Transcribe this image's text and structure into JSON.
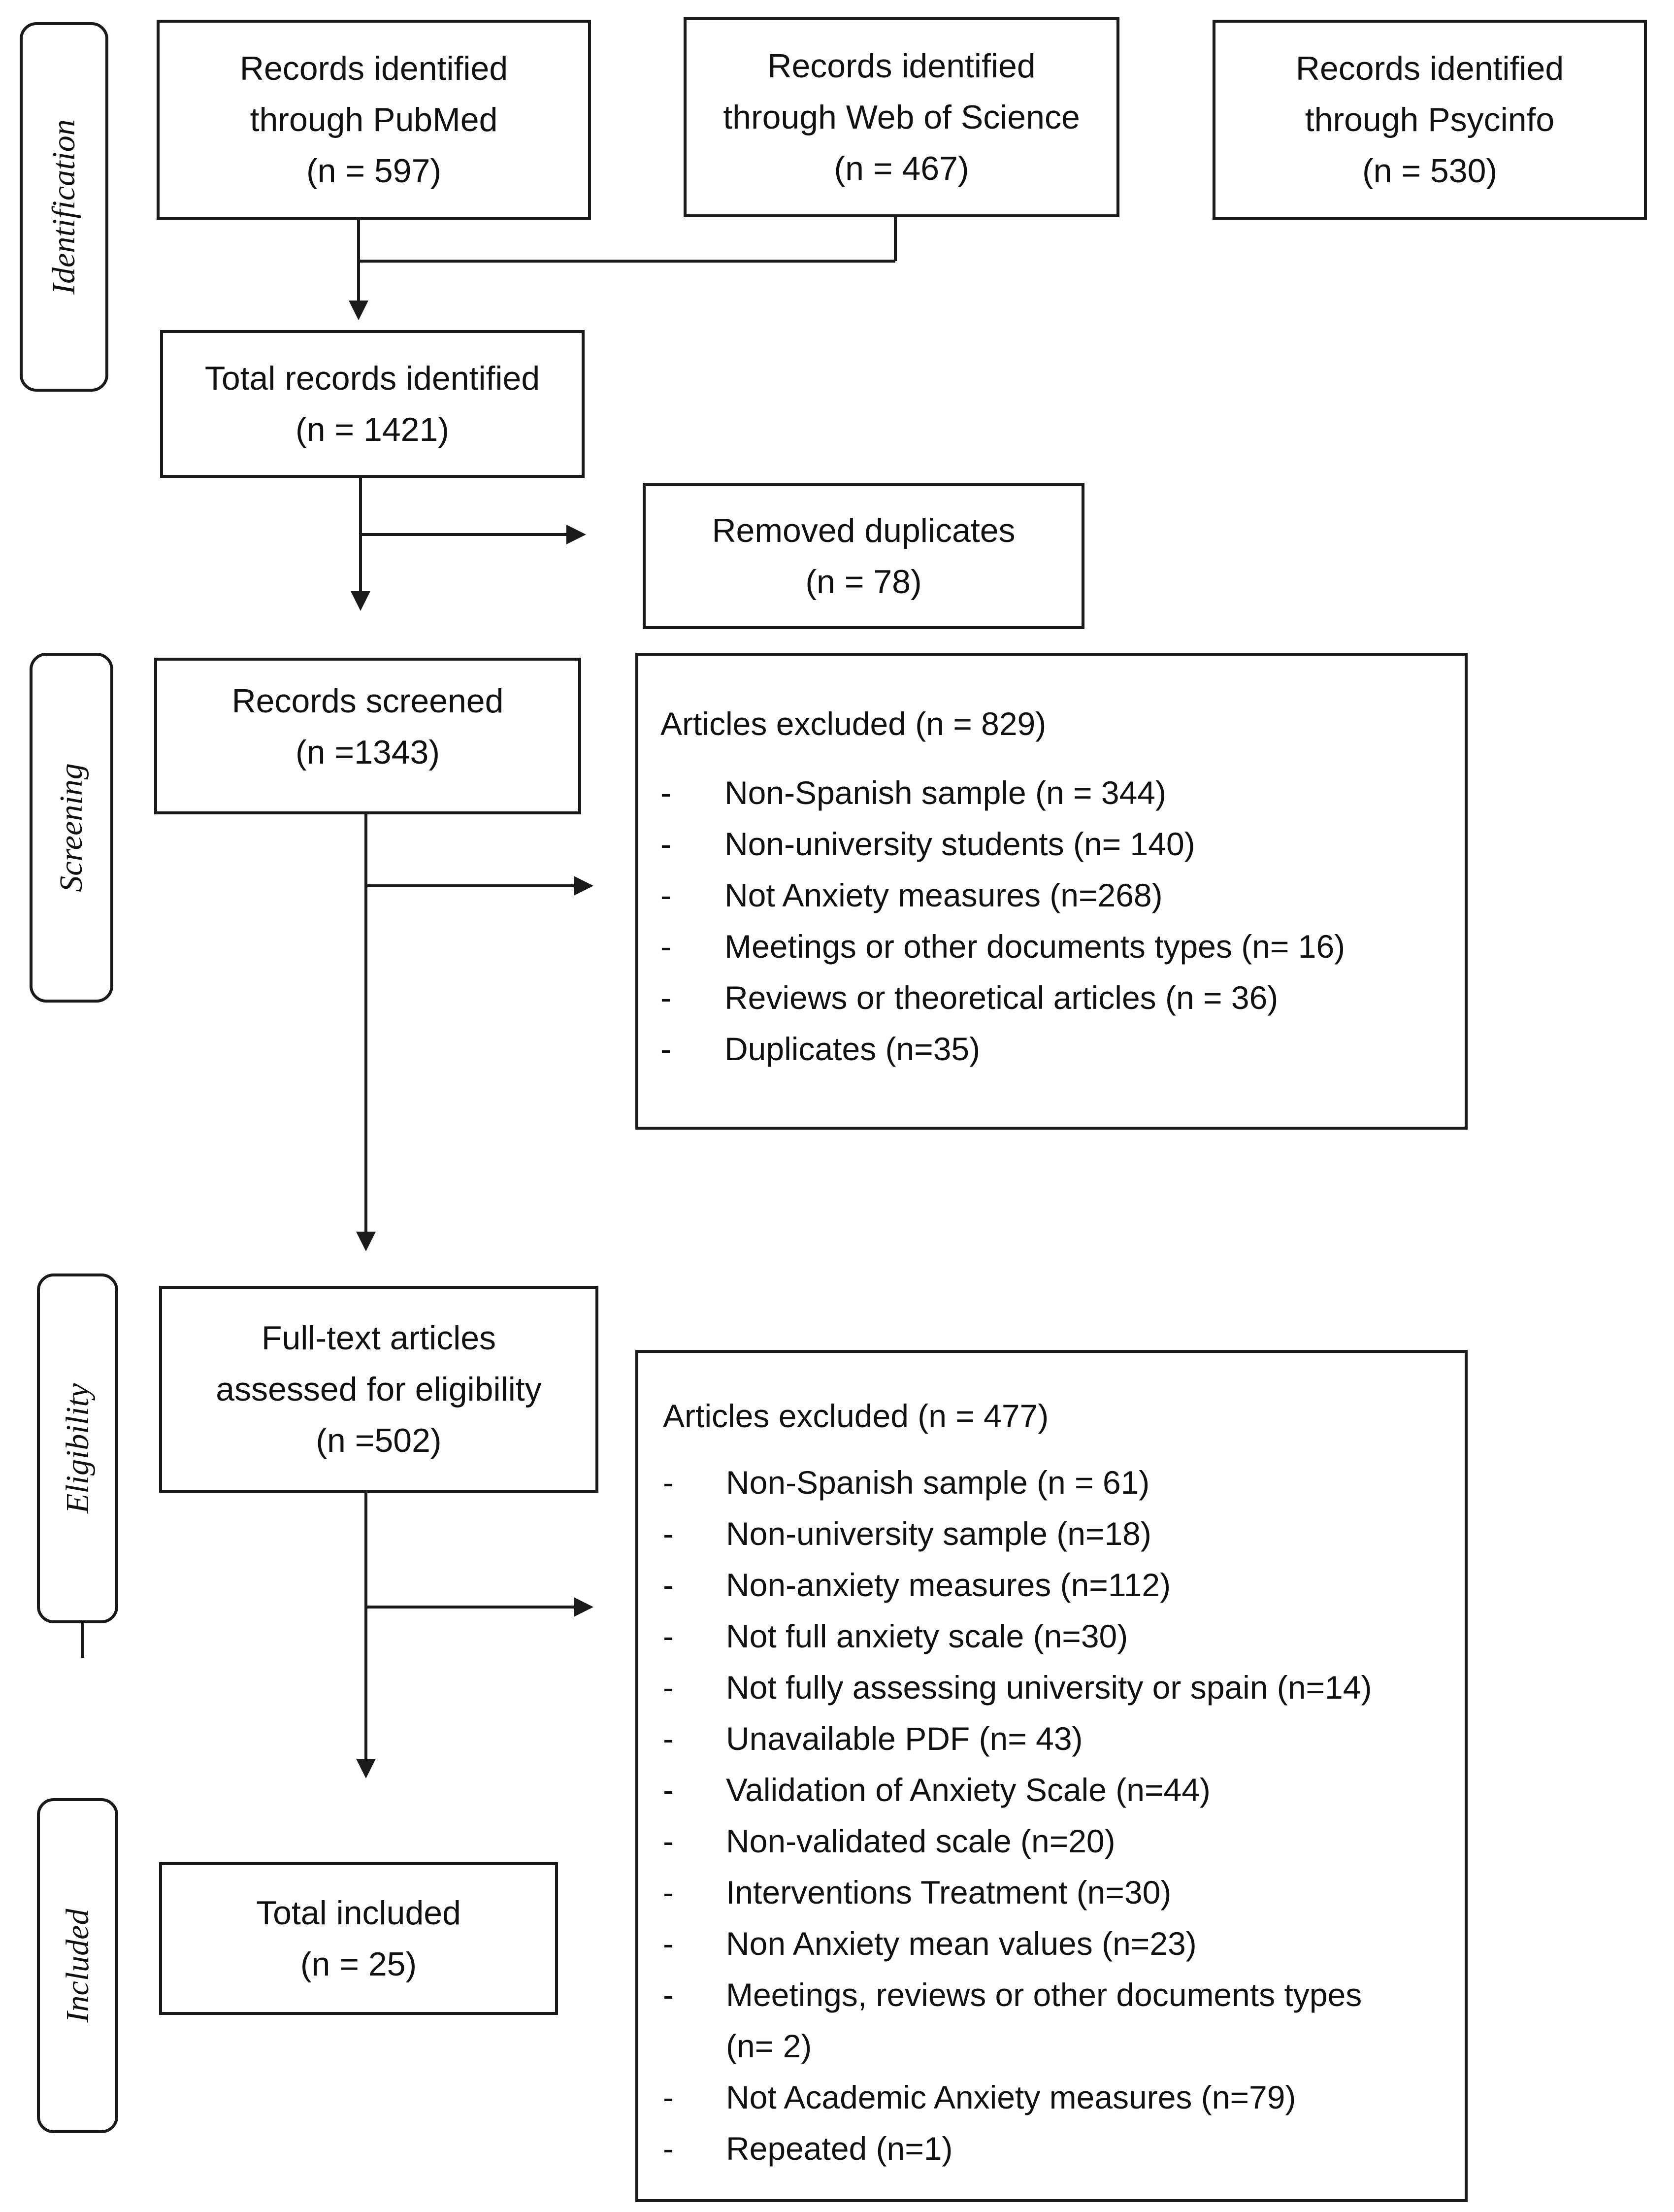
{
  "stages": {
    "identification": "Identification",
    "screening": "Screening",
    "eligibility": "Eligibility",
    "included": "Included"
  },
  "boxes": {
    "pubmed": [
      "Records identified",
      "through PubMed",
      "(n = 597)"
    ],
    "wos": [
      "Records identified",
      "through Web of Science",
      "(n = 467)"
    ],
    "psycinfo": [
      "Records identified",
      "through Psycinfo",
      "(n = 530)"
    ],
    "total_identified": [
      "Total records identified",
      "(n = 1421)"
    ],
    "removed_duplicates": [
      "Removed duplicates",
      "(n = 78)"
    ],
    "screened": [
      "Records screened",
      "(n =1343)"
    ],
    "fulltext": [
      "Full-text articles",
      "assessed for eligibility",
      "(n =502)"
    ],
    "total_included": [
      "Total included",
      "(n = 25)"
    ]
  },
  "excluded_screening": {
    "title": "Articles excluded (n = 829)",
    "dash": "-",
    "items": [
      "Non-Spanish sample (n = 344)",
      "Non-university students (n= 140)",
      "Not Anxiety measures (n=268)",
      "Meetings or other documents types (n= 16)",
      "Reviews or theoretical articles (n = 36)",
      "Duplicates (n=35)"
    ]
  },
  "excluded_eligibility": {
    "title": "Articles excluded (n = 477)",
    "dash": "-",
    "items": [
      "Non-Spanish sample (n = 61)",
      "Non-university sample (n=18)",
      "Non-anxiety measures (n=112)",
      "Not full anxiety scale (n=30)",
      "Not fully assessing university or spain (n=14)",
      "Unavailable PDF (n= 43)",
      "Validation of Anxiety Scale (n=44)",
      "Non-validated scale (n=20)",
      "Interventions Treatment (n=30)",
      "Non Anxiety mean values (n=23)",
      "Meetings, reviews or other documents types",
      "(n= 2)",
      "Not Academic Anxiety measures (n=79)",
      "Repeated (n=1)"
    ]
  }
}
